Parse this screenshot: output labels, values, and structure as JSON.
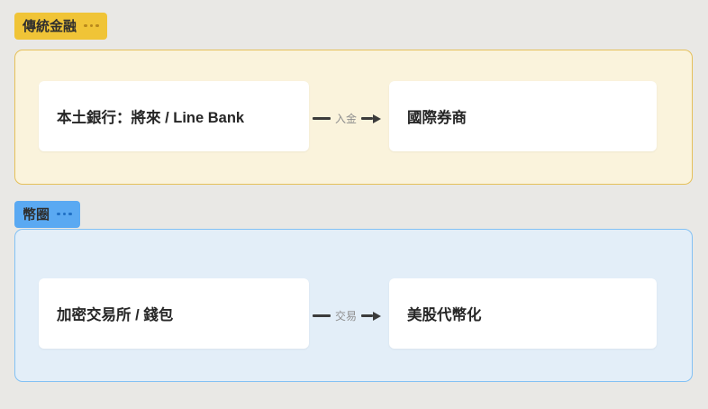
{
  "canvas": {
    "background": "#e9e8e5"
  },
  "groups": [
    {
      "label": "傳統金融",
      "colors": {
        "badge_bg": "#f0c437",
        "badge_text": "#2e2e2e",
        "menu_dots": "#b8891c",
        "container_bg": "#faf3dc",
        "container_border": "#e5c05a"
      },
      "nodes": [
        {
          "label": "本土銀行：將來 / Line Bank"
        },
        {
          "label": "國際券商"
        }
      ],
      "edge": {
        "label": "入金",
        "color": "#3b3b3b",
        "label_color": "#8e8e8e"
      }
    },
    {
      "label": "幣圈",
      "colors": {
        "badge_bg": "#5aa9f2",
        "badge_text": "#2e2e2e",
        "menu_dots": "#1f6fc4",
        "container_bg": "#e3eef8",
        "container_border": "#83c1f4"
      },
      "nodes": [
        {
          "label": "加密交易所 / 錢包"
        },
        {
          "label": "美股代幣化"
        }
      ],
      "edge": {
        "label": "交易",
        "color": "#3b3b3b",
        "label_color": "#8e8e8e"
      }
    }
  ]
}
